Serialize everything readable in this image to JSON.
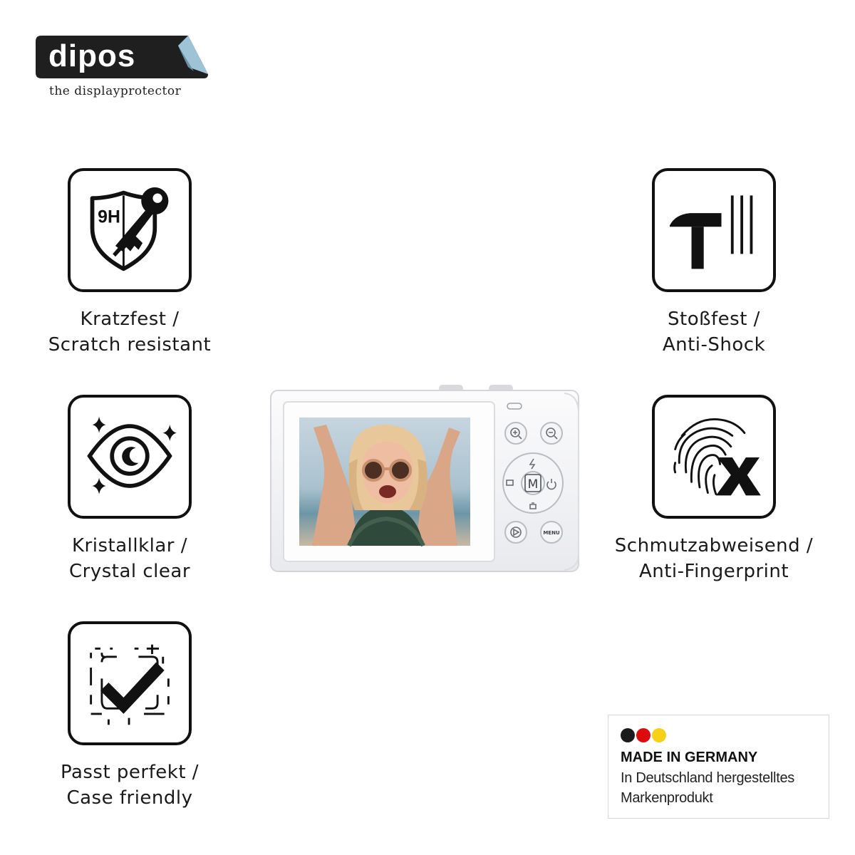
{
  "brand": {
    "name": "dipos",
    "tagline": "the displayprotector"
  },
  "features": {
    "scratch": {
      "badge": "9H",
      "line1": "Kratzfest /",
      "line2": "Scratch resistant",
      "icon": "shield-key-icon"
    },
    "clear": {
      "line1": "Kristallklar /",
      "line2": "Crystal clear",
      "icon": "eye-sparkle-icon"
    },
    "fit": {
      "line1": "Passt perfekt /",
      "line2": "Case friendly",
      "icon": "check-frame-icon"
    },
    "shock": {
      "line1": "Stoßfest /",
      "line2": "Anti-Shock",
      "icon": "hammer-icon"
    },
    "finger": {
      "line1": "Schmutzabweisend /",
      "line2": "Anti-Fingerprint",
      "icon": "fingerprint-x-icon"
    }
  },
  "camera": {
    "buttons": {
      "mode": "M",
      "menu": "MENU"
    }
  },
  "made_in_germany": {
    "title": "MADE IN GERMANY",
    "line1": "In Deutschland hergestelltes",
    "line2": "Markenprodukt",
    "colors": [
      "#1b1b1b",
      "#dd0b0b",
      "#f7d117"
    ]
  },
  "colors": {
    "ink": "#111111",
    "logo_bg": "#1f1f1f",
    "logo_accent": "#9fc3d6"
  }
}
